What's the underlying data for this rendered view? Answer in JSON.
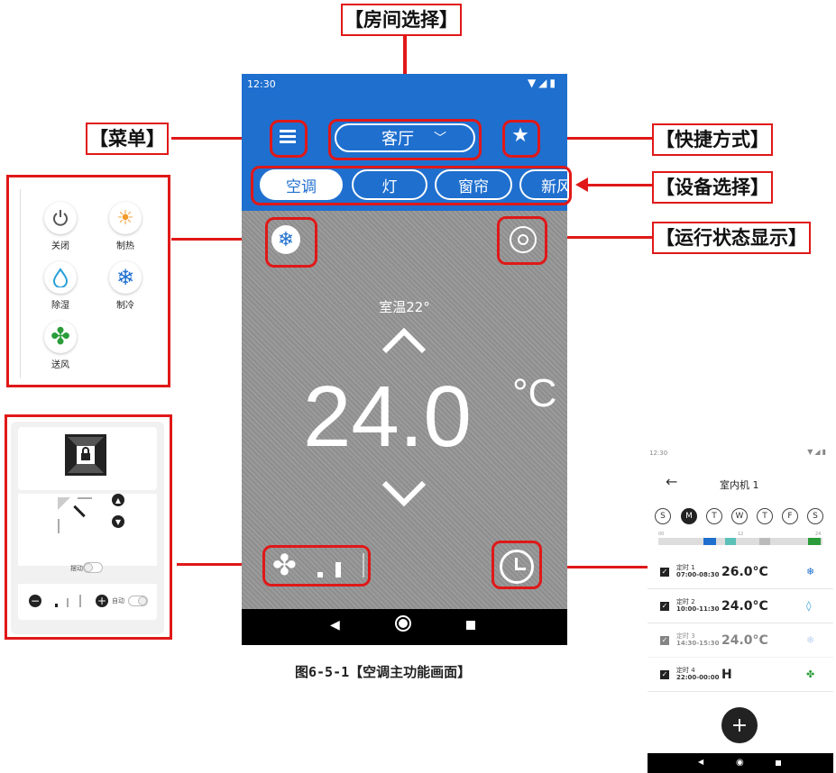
{
  "callouts": {
    "room": "【房间选择】",
    "menu": "【菜单】",
    "shortcut": "【快捷方式】",
    "device": "【设备选择】",
    "status": "【运行状态显示】"
  },
  "caption": "图6-5-1【空调主功能画面】",
  "phone": {
    "time": "12:30",
    "room": "客厅",
    "tabs": [
      "空调",
      "灯",
      "窗帘",
      "新风"
    ],
    "room_temp": "室温22°",
    "set_temp": "24.0",
    "unit": "°C"
  },
  "modes": [
    {
      "label": "关闭",
      "icon": "power-icon",
      "color": "#555555"
    },
    {
      "label": "制热",
      "icon": "sun-icon",
      "color": "#f39a2b"
    },
    {
      "label": "除湿",
      "icon": "droplet-icon",
      "color": "#2aa0d8"
    },
    {
      "label": "制冷",
      "icon": "snowflake-icon",
      "color": "#1f6fcf"
    },
    {
      "label": "送风",
      "icon": "fan-icon",
      "color": "#2a9d3a"
    }
  ],
  "fan_panel": {
    "swing_label": "摆动",
    "auto_label": "自动"
  },
  "schedule": {
    "time": "12:30",
    "title": "室内机 1",
    "days": [
      "S",
      "M",
      "T",
      "W",
      "T",
      "F",
      "S"
    ],
    "selected_day": "M",
    "timeline_labels": [
      "00",
      "12",
      "24"
    ],
    "rows": [
      {
        "name": "定时 1",
        "time": "07:00-08:30",
        "value": "26.0°C",
        "icon": "❄",
        "color": "#1f6fcf"
      },
      {
        "name": "定时 2",
        "time": "10:00-11:30",
        "value": "24.0°C",
        "icon": "💧",
        "color": "#2aa0d8"
      },
      {
        "name": "定时 3",
        "time": "14:30-15:30",
        "value": "24.0°C",
        "icon": "❄",
        "color": "#8db4e8"
      },
      {
        "name": "定时 4",
        "time": "22:00-00:00",
        "value": "H",
        "icon": "✤",
        "color": "#2a9d3a"
      }
    ],
    "add": "+"
  }
}
